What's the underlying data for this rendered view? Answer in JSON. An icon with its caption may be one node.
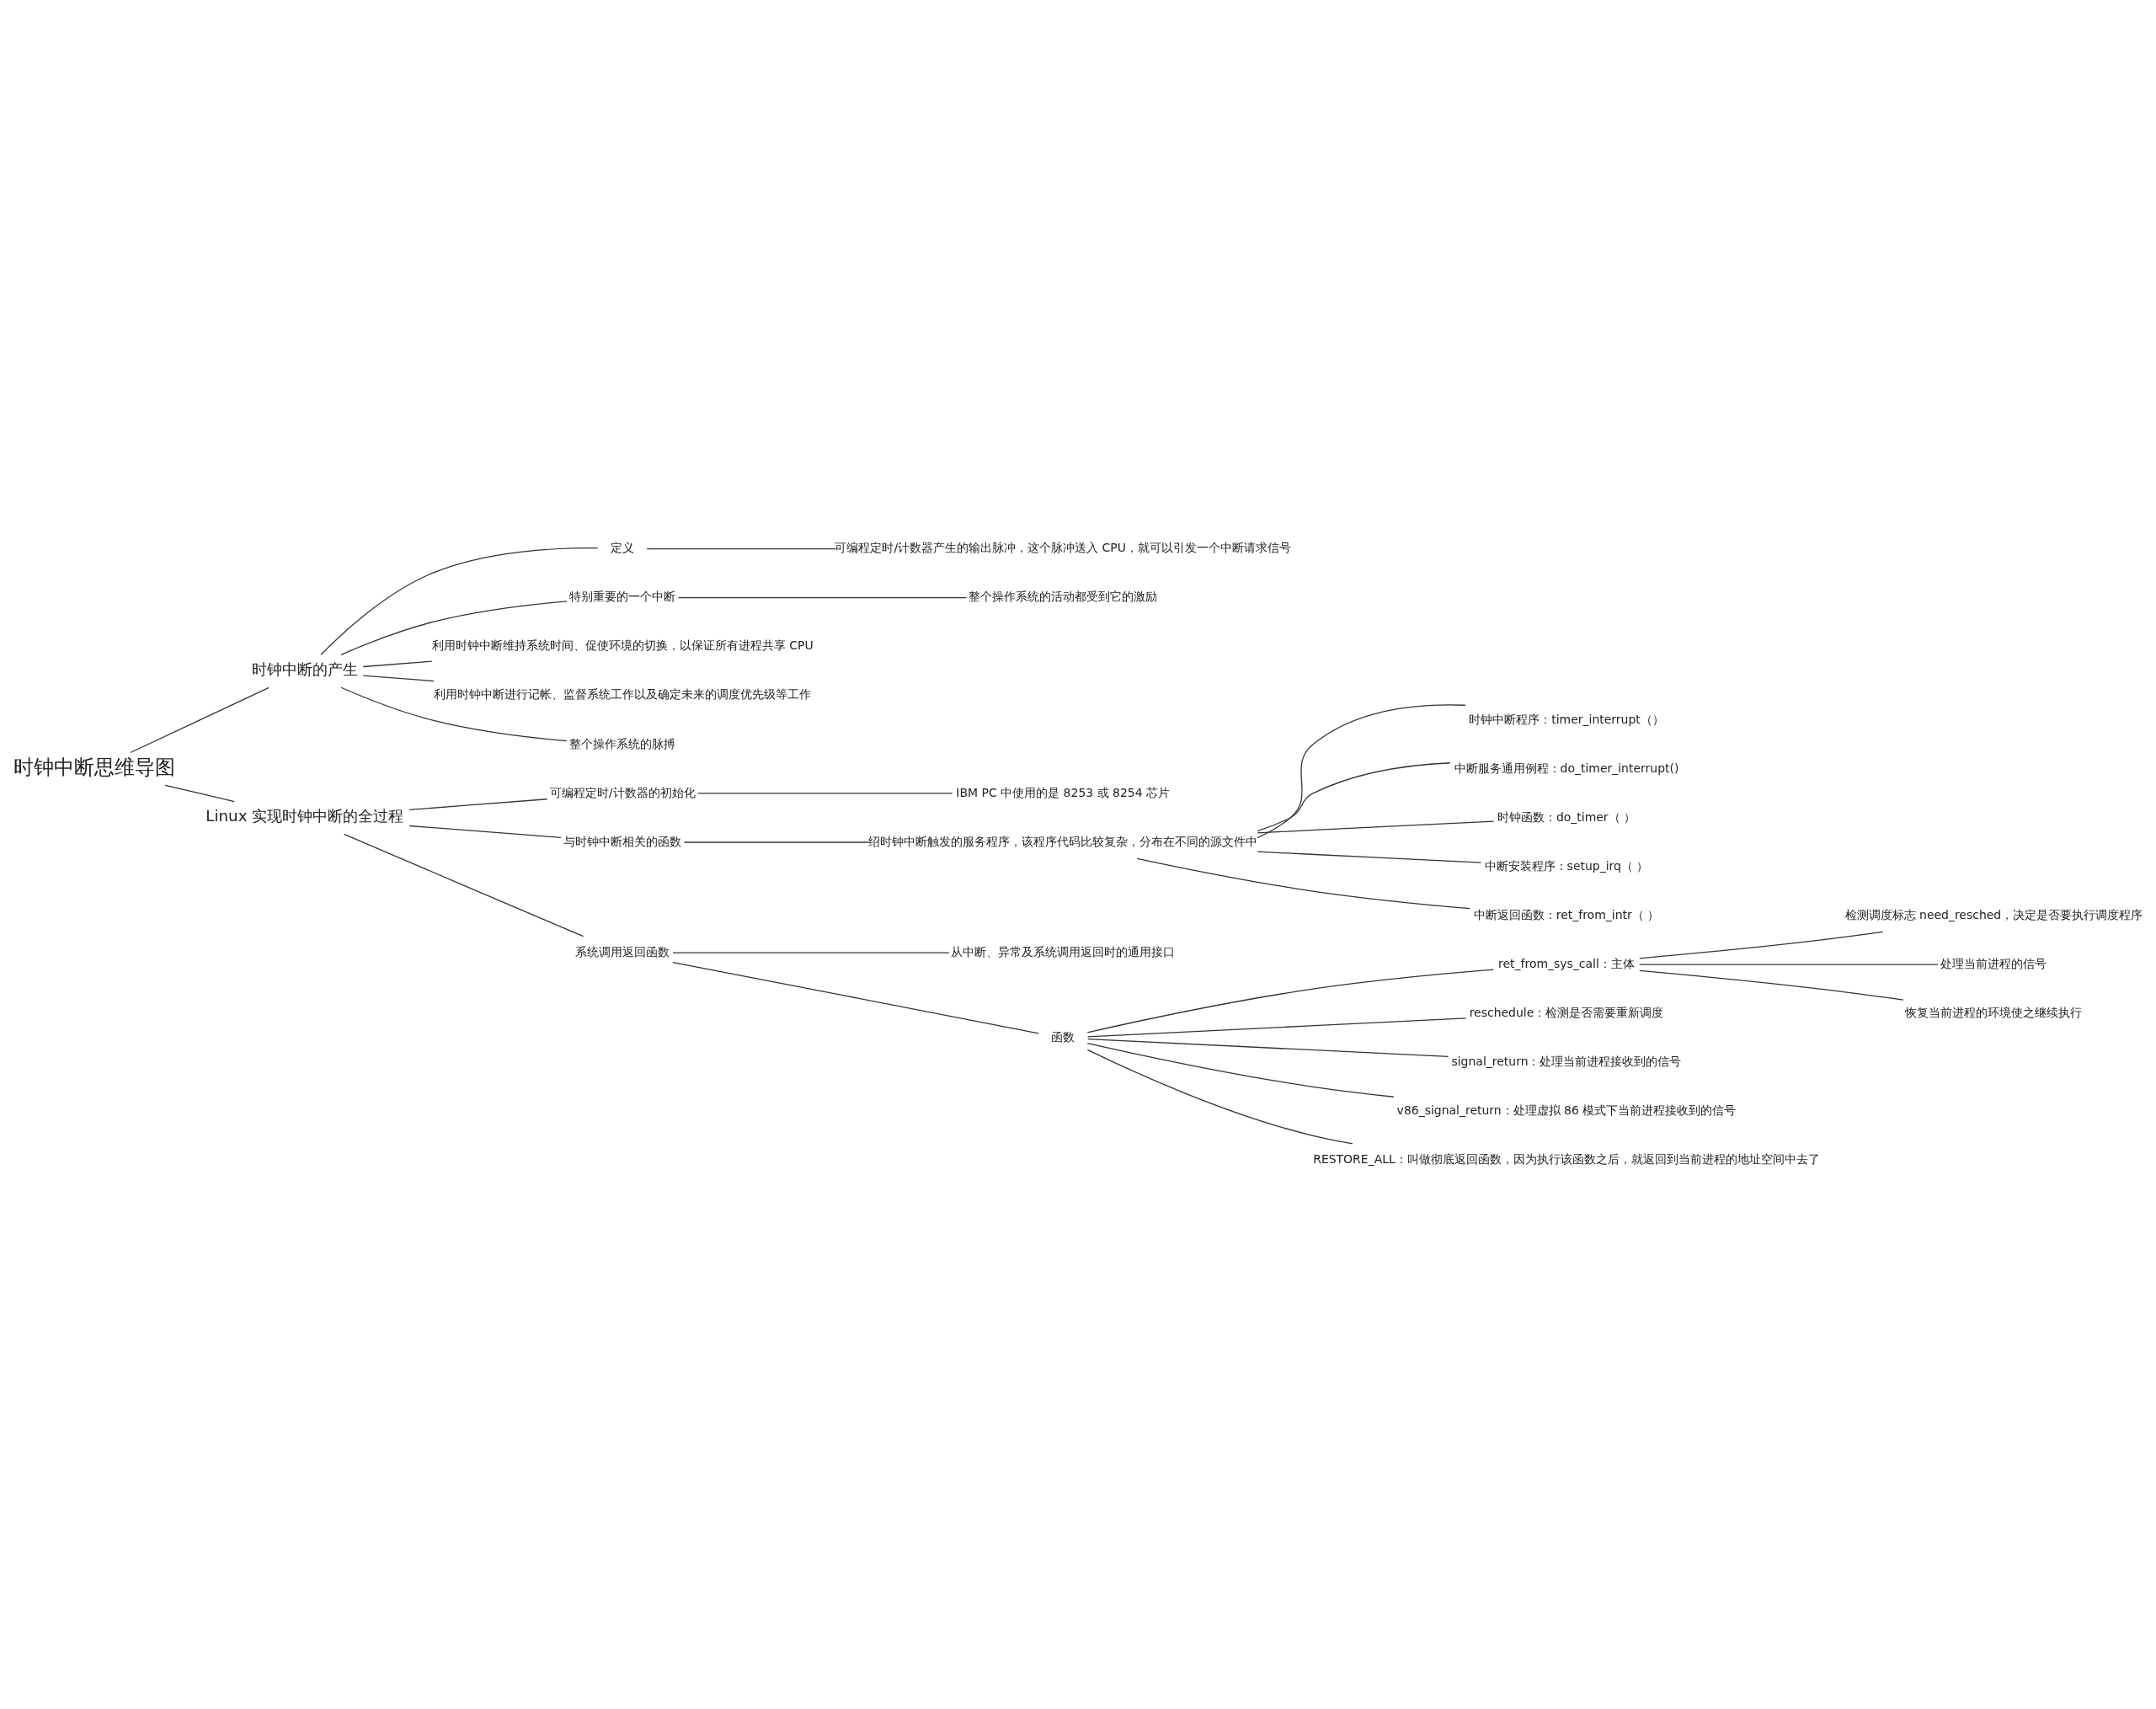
{
  "diagram": {
    "nodes": [
      {
        "text": [
          "时钟中断思维导图"
        ]
      },
      {
        "text": [
          "时钟中断的产生"
        ]
      },
      {
        "text": [
          "定义"
        ]
      },
      {
        "text": [
          "可编程定时/计数器产生的输出脉冲，这个脉冲送入 CPU，就可以引发一个中断请求信号"
        ]
      },
      {
        "text": [
          "特别重要的一个中断"
        ]
      },
      {
        "text": [
          "整个操作系统的活动都受到它的激励"
        ]
      },
      {
        "text": [
          "利用时钟中断维持系统时间、促使环境的切换，以保证所有进程共享 CPU"
        ]
      },
      {
        "text": [
          "利用时钟中断进行记帐、监督系统工作以及确定未来的调度优先级等工作"
        ]
      },
      {
        "text": [
          "整个操作系统的脉搏"
        ]
      },
      {
        "text": [
          "Linux 实现时钟中断的全过程"
        ]
      },
      {
        "text": [
          "可编程定时/计数器的初始化"
        ]
      },
      {
        "text": [
          "IBM PC 中使用的是 8253 或 8254 芯片"
        ]
      },
      {
        "text": [
          "与时钟中断相关的函数"
        ]
      },
      {
        "text": [
          "绍时钟中断触发的服务程序，该程序代码比较复杂，分布在不同的源文件中"
        ]
      },
      {
        "text": [
          "时钟中断程序：timer_interrupt（）"
        ]
      },
      {
        "text": [
          "中断服务通用例程：do_timer_interrupt()"
        ]
      },
      {
        "text": [
          "时钟函数：do_timer（ ）"
        ]
      },
      {
        "text": [
          "中断安装程序：setup_irq（ ）"
        ]
      },
      {
        "text": [
          "中断返回函数：ret_from_intr（ ）"
        ]
      },
      {
        "text": [
          "系统调用返回函数"
        ]
      },
      {
        "text": [
          "从中断、异常及系统调用返回时的通用接口"
        ]
      },
      {
        "text": [
          "函数"
        ]
      },
      {
        "text": [
          "ret_from_sys_call：主体"
        ]
      },
      {
        "text": [
          "检测调度标志 need_resched，决定是否要执行调度程序"
        ]
      },
      {
        "text": [
          "处理当前进程的信号"
        ]
      },
      {
        "text": [
          "恢复当前进程的环境使之继续执行"
        ]
      },
      {
        "text": [
          "reschedule：检测是否需要重新调度"
        ]
      },
      {
        "text": [
          "signal_return：处理当前进程接收到的信号"
        ]
      },
      {
        "text": [
          "v86_signal_return：处理虚拟 86 模式下当前进程接收到的信号"
        ]
      },
      {
        "text": [
          "RESTORE_ALL：叫做彻底返回函数，因为执行该函数之后，就返回到当前进程的地址空间中去了"
        ]
      }
    ],
    "edges": [
      {
        "from": 0,
        "to": 1,
        "arrow": "none"
      },
      {
        "from": 1,
        "to": 2,
        "arrow": "none"
      },
      {
        "from": 2,
        "to": 3,
        "arrow": "none"
      },
      {
        "from": 1,
        "to": 4,
        "arrow": "none"
      },
      {
        "from": 4,
        "to": 5,
        "arrow": "none"
      },
      {
        "from": 1,
        "to": 6,
        "arrow": "none"
      },
      {
        "from": 1,
        "to": 7,
        "arrow": "none"
      },
      {
        "from": 1,
        "to": 8,
        "arrow": "none"
      },
      {
        "from": 0,
        "to": 9,
        "arrow": "none"
      },
      {
        "from": 9,
        "to": 10,
        "arrow": "none"
      },
      {
        "from": 10,
        "to": 11,
        "arrow": "none"
      },
      {
        "from": 9,
        "to": 12,
        "arrow": "none"
      },
      {
        "from": 12,
        "to": 13,
        "arrow": "none"
      },
      {
        "from": 13,
        "to": 14,
        "arrow": "none"
      },
      {
        "from": 13,
        "to": 15,
        "arrow": "none"
      },
      {
        "from": 13,
        "to": 16,
        "arrow": "none"
      },
      {
        "from": 13,
        "to": 17,
        "arrow": "none"
      },
      {
        "from": 13,
        "to": 18,
        "arrow": "none"
      },
      {
        "from": 9,
        "to": 19,
        "arrow": "none"
      },
      {
        "from": 19,
        "to": 20,
        "arrow": "none"
      },
      {
        "from": 19,
        "to": 21,
        "arrow": "none"
      },
      {
        "from": 21,
        "to": 22,
        "arrow": "none"
      },
      {
        "from": 22,
        "to": 23,
        "arrow": "none"
      },
      {
        "from": 22,
        "to": 24,
        "arrow": "none"
      },
      {
        "from": 22,
        "to": 25,
        "arrow": "none"
      },
      {
        "from": 21,
        "to": 26,
        "arrow": "none"
      },
      {
        "from": 21,
        "to": 27,
        "arrow": "none"
      },
      {
        "from": 21,
        "to": 28,
        "arrow": "none"
      },
      {
        "from": 21,
        "to": 29,
        "arrow": "none"
      }
    ]
  }
}
